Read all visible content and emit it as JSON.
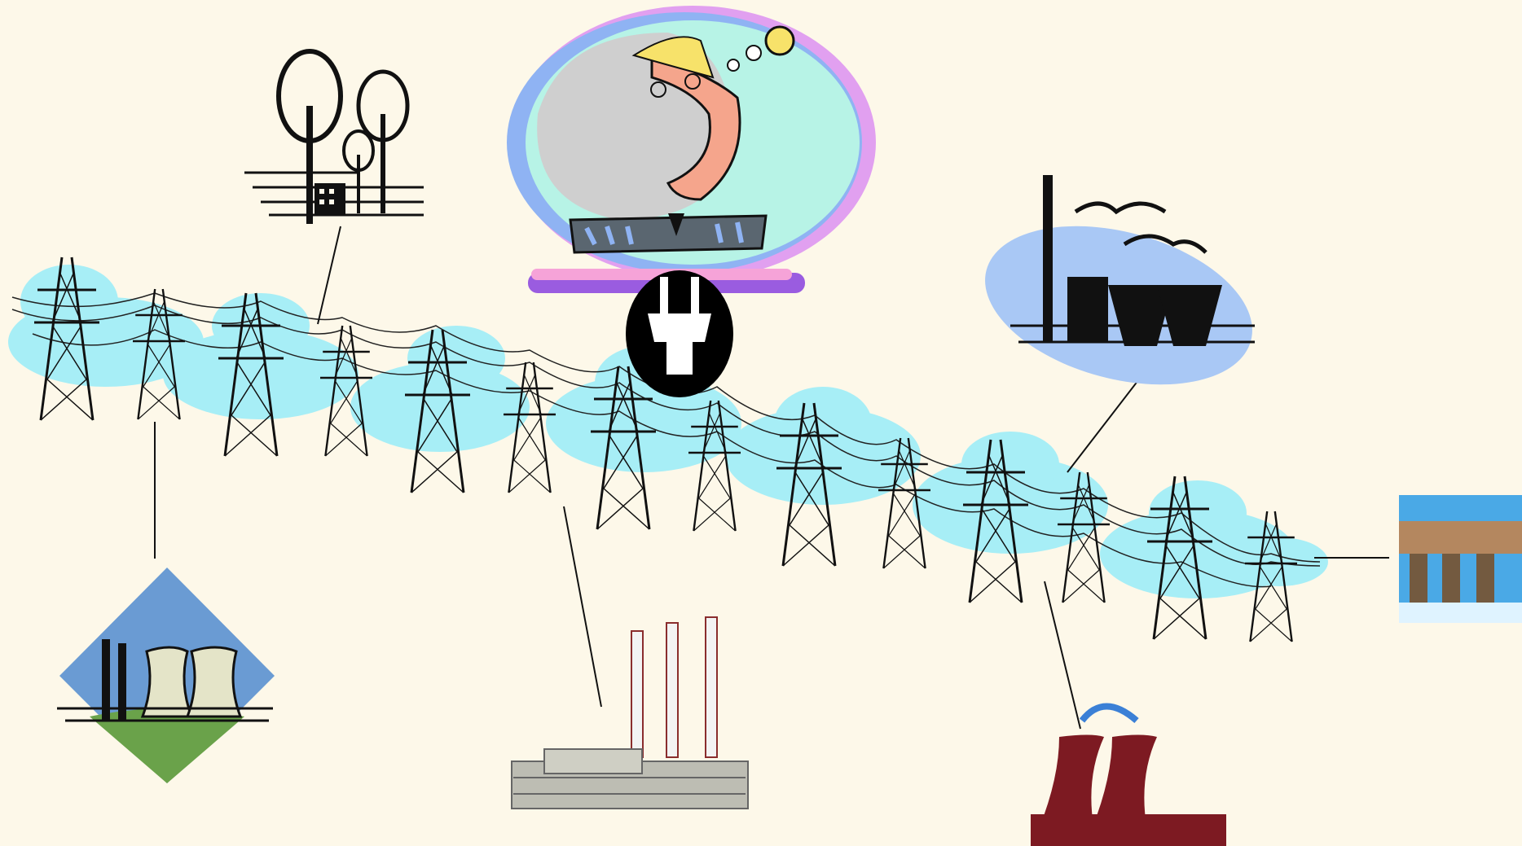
{
  "scene": {
    "background": "#fdf8e9",
    "line_color": "#1a1a1a",
    "sky_color": "#a7eef6",
    "clip_art": [
      "transmission-line-towers",
      "city-with-trees",
      "thinking-person-with-lightbulb",
      "electric-plug",
      "smoking-factory-chimneys",
      "nuclear-cooling-towers-diamond",
      "thermal-power-plant-chimneys",
      "red-cooling-towers",
      "hydroelectric-dam"
    ]
  }
}
